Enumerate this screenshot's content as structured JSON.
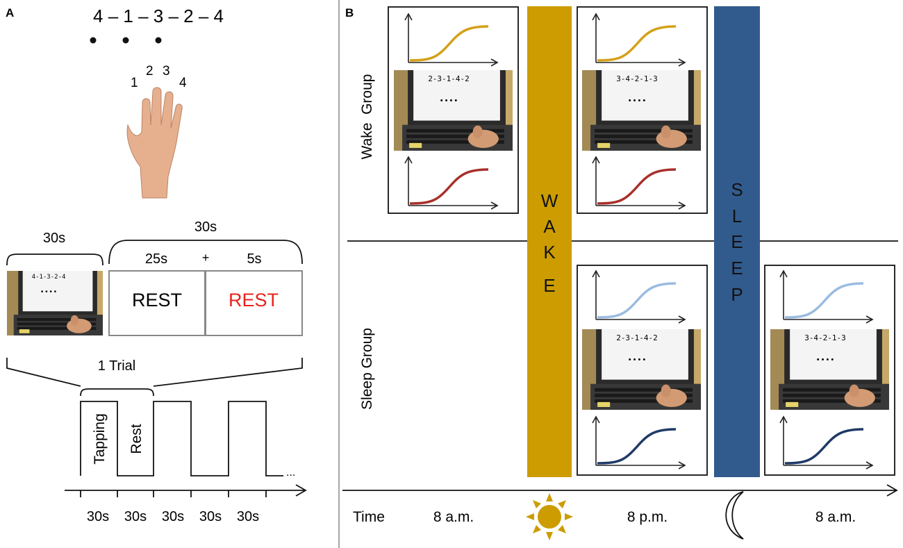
{
  "panel_a": {
    "label": "A",
    "sequence": "4 – 1 – 3 – 2 – 4",
    "finger_numbers": [
      "1",
      "2",
      "3",
      "4"
    ],
    "screen_text": "4-1-3-2-4",
    "screen_dots": "• • • •",
    "task_duration": "30s",
    "rest_duration": "30s",
    "rest_part1": "25s",
    "plus": "+",
    "rest_part2": "5s",
    "rest_label_1": "REST",
    "rest_label_2": "REST",
    "trial_label": "1 Trial",
    "tapping_label": "Tapping",
    "rest_block_label": "Rest",
    "ellipsis": "...",
    "axis_ticks": [
      "30s",
      "30s",
      "30s",
      "30s",
      "30s"
    ]
  },
  "panel_b": {
    "label": "B",
    "wake_group_label": "Wake  Group",
    "sleep_group_label": "Sleep Group",
    "wake_bar_text": "W A K E",
    "sleep_bar_text": "S L E E P",
    "screen_texts": [
      "2-3-1-4-2",
      "3-4-2-1-3",
      "2-3-1-4-2",
      "3-4-2-1-3"
    ],
    "screen_dots": "• • • •",
    "time_label": "Time",
    "times": [
      "8 a.m.",
      "8 p.m.",
      "8 a.m."
    ]
  },
  "colors": {
    "wake_gold": "#cc9c00",
    "sleep_blue": "#325b8d",
    "curve_gold": "#d4a017",
    "curve_red": "#a8302b",
    "curve_lightblue": "#9bbbe0",
    "curve_navy": "#1f3a66",
    "rest_red": "#e8231d"
  }
}
